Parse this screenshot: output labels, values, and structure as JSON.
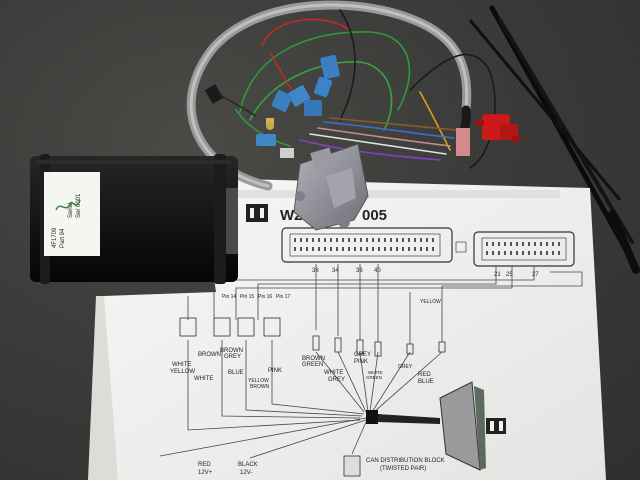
{
  "title": "W2",
  "title_suffix": "005",
  "module_label": {
    "line1": "4F1709",
    "line2": "Part 94",
    "line3": "Serial",
    "line4": "Ser 0001",
    "handwritten": "signature"
  },
  "connector_a_pins": [
    "38",
    "34",
    "36",
    "40"
  ],
  "connector_b_pins": [
    "21",
    "25",
    "27"
  ],
  "pin_row_top": [
    "Pin 14",
    "Pin 15",
    "Pin 16",
    "Pin 17"
  ],
  "wire_labels": {
    "white_yellow": "WHITE\nYELLOW",
    "white": "WHITE",
    "brown": "BROWN",
    "brown_grey": "BROWN\nGREY",
    "blue": "BLUE",
    "yellow_brown": "YELLOW\nBROWN",
    "pink": "PINK",
    "brown_green": "BROWN\nGREEN",
    "white_grey": "WHITE\nGREY",
    "grey_pink": "GREY\nPINK",
    "white_green": "WHITE\nGREEN",
    "grey": "GREY",
    "red_blue": "RED\nBLUE",
    "yellow": "YELLOW"
  },
  "power_labels": {
    "red": "RED",
    "red_v": "12V+",
    "black": "BLACK",
    "black_v": "12V-"
  },
  "can_block": "CAN DISTRIBUTION BLOCK",
  "can_block_sub": "(TWISTED PAIR)",
  "colors": {
    "carpet": "#3b3b39",
    "paper": "#f3f3f1",
    "module": "#111111",
    "connector": "#8a8a92",
    "relay": "#cc1a1a",
    "blue_conn": "#3a7fc1"
  }
}
